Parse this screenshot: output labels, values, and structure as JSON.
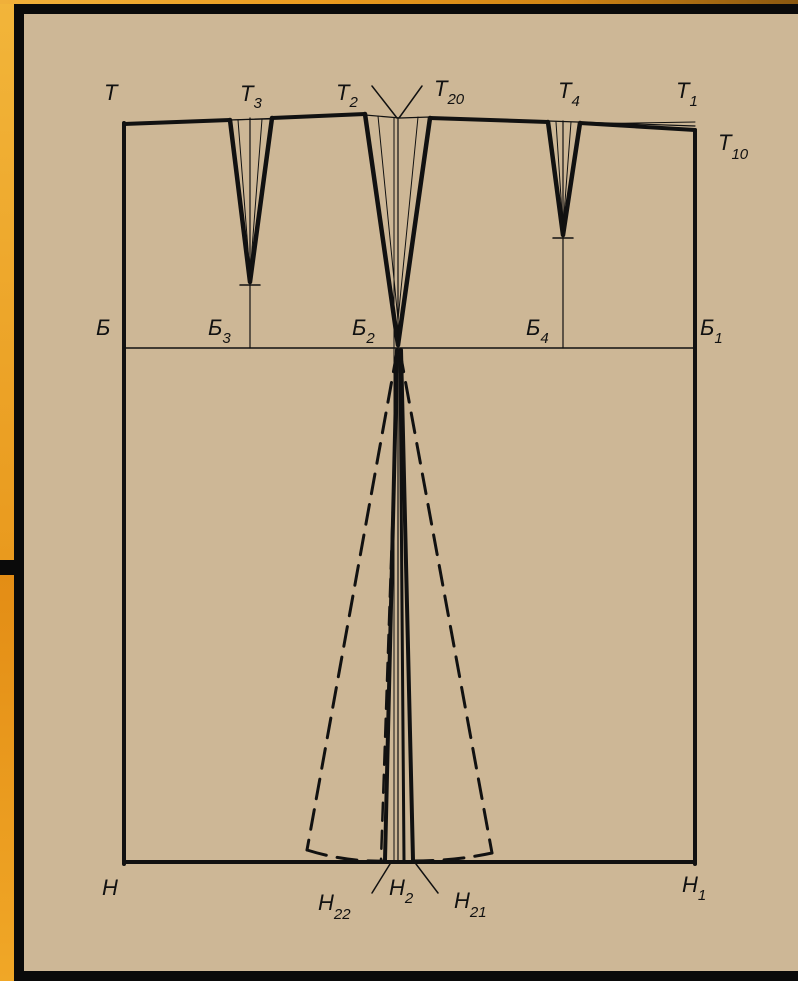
{
  "points": {
    "T": {
      "base": "T",
      "sub": ""
    },
    "T3": {
      "base": "T",
      "sub": "3"
    },
    "T2": {
      "base": "T",
      "sub": "2"
    },
    "T20": {
      "base": "T",
      "sub": "20"
    },
    "T4": {
      "base": "T",
      "sub": "4"
    },
    "T1": {
      "base": "T",
      "sub": "1"
    },
    "T10": {
      "base": "T",
      "sub": "10"
    },
    "B": {
      "base": "Б",
      "sub": ""
    },
    "B3": {
      "base": "Б",
      "sub": "3"
    },
    "B2": {
      "base": "Б",
      "sub": "2"
    },
    "B4": {
      "base": "Б",
      "sub": "4"
    },
    "B1": {
      "base": "Б",
      "sub": "1"
    },
    "H": {
      "base": "Н",
      "sub": ""
    },
    "H22": {
      "base": "Н",
      "sub": "22"
    },
    "H2": {
      "base": "Н",
      "sub": "2"
    },
    "H21": {
      "base": "Н",
      "sub": "21"
    },
    "H1": {
      "base": "Н",
      "sub": "1"
    }
  },
  "colors": {
    "paper": "#cdb796",
    "frame": "#0a0a0a",
    "accent": "#eea323",
    "ink": "#111111"
  }
}
